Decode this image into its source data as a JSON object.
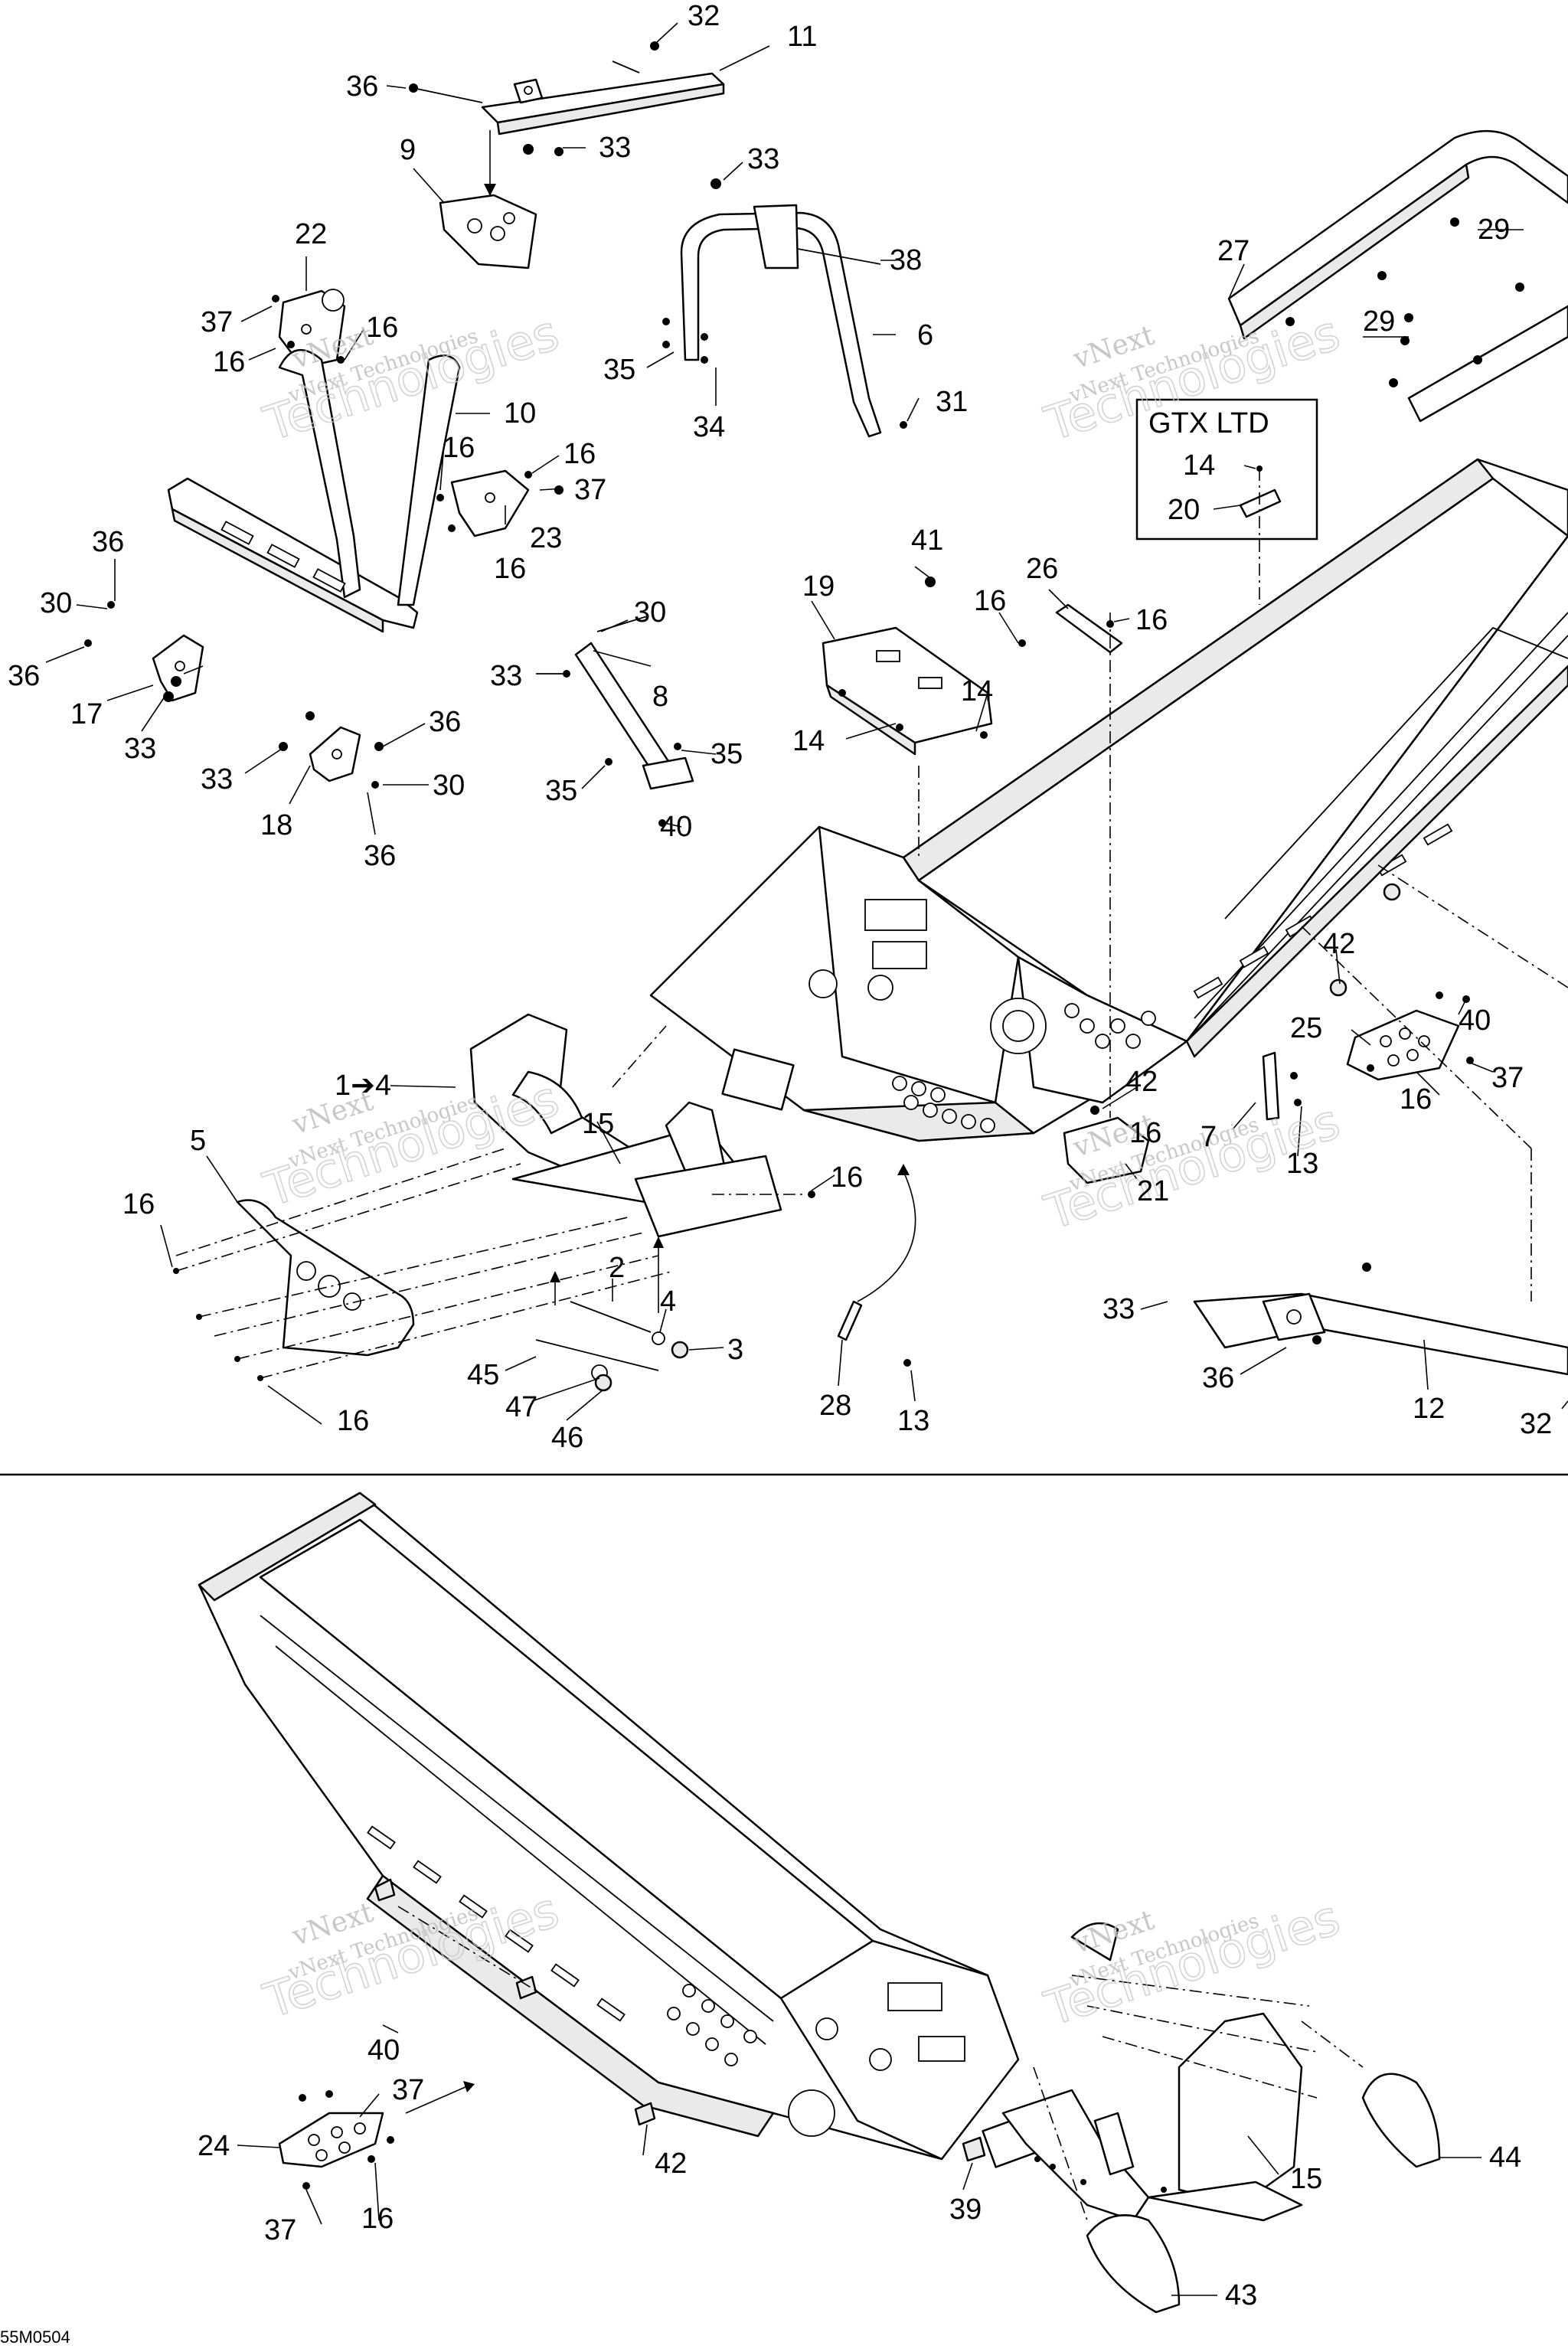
{
  "diagram": {
    "inset_title": "GTX LTD",
    "figure_code": "55M0504",
    "watermark_line1": "vNext",
    "watermark_line2": "vNext Technologies",
    "watermark_big": "Technologies",
    "colors": {
      "ink": "#000000",
      "paper": "#ffffff",
      "watermark": "#bdbdbd"
    },
    "callouts": {
      "c32a": "32",
      "c11": "11",
      "c36a": "36",
      "c33a": "33",
      "c9": "9",
      "c33b": "33",
      "c38": "38",
      "c22": "22",
      "c37a": "37",
      "c16a": "16",
      "c16b": "16",
      "c10": "10",
      "c6": "6",
      "c35a": "35",
      "c34": "34",
      "c31": "31",
      "c27": "27",
      "c29a": "29",
      "c29b": "29",
      "c14a": "14",
      "c20": "20",
      "c16c": "16",
      "c16d": "16",
      "c37b": "37",
      "c23": "23",
      "c16e": "16",
      "c41": "41",
      "c26": "26",
      "c36b": "36",
      "c30a": "30",
      "c19": "19",
      "c16f": "16",
      "c16g": "16",
      "c36c": "36",
      "c30b": "30",
      "c33c": "33",
      "c14b": "14",
      "c14c": "14",
      "c17": "17",
      "c33d": "33",
      "c8": "8",
      "c36d": "36",
      "c35b": "35",
      "c33e": "33",
      "c30c": "30",
      "c35c": "35",
      "c18": "18",
      "c36e": "36",
      "c40a": "40",
      "c42a": "42",
      "c25": "25",
      "c40b": "40",
      "c37c": "37",
      "c16h": "16",
      "c1to4": "1➔4",
      "c42b": "42",
      "c15a": "15",
      "c5": "5",
      "c16i": "16",
      "c7": "7",
      "c13a": "13",
      "c21": "21",
      "c16j": "16",
      "c16k": "16",
      "c2": "2",
      "c4": "4",
      "c3": "3",
      "c33f": "33",
      "c45": "45",
      "c47": "47",
      "c46": "46",
      "c28": "28",
      "c13b": "13",
      "c36f": "36",
      "c12": "12",
      "c32b": "32",
      "c16l": "16",
      "c40c": "40",
      "c37d": "37",
      "c24": "24",
      "c37e": "37",
      "c16m": "16",
      "c42c": "42",
      "c39": "39",
      "c15b": "15",
      "c44": "44",
      "c43": "43"
    }
  }
}
